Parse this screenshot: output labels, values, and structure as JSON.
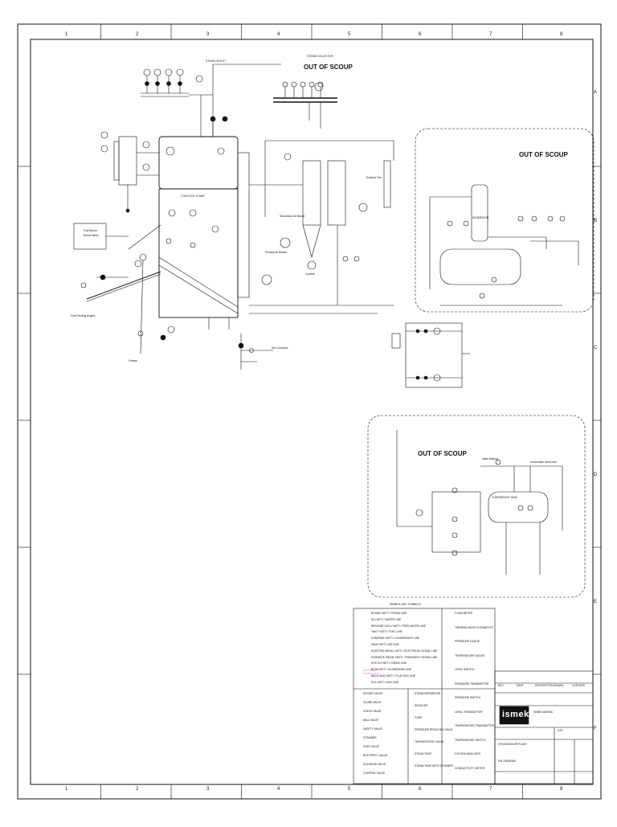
{
  "grid": {
    "columns": [
      "1",
      "2",
      "3",
      "4",
      "5",
      "6",
      "7",
      "8"
    ],
    "rows": [
      "A",
      "B",
      "C",
      "D",
      "E",
      "F"
    ]
  },
  "scope_notes": {
    "top": "OUT OF SCOUP",
    "right_upper": "OUT OF SCOUP",
    "right_lower": "OUT OF SCOUP"
  },
  "labels": {
    "steam_outlet": "STEAM OUTLET",
    "steam_collector": "STEAM COLLECTOR",
    "boiler_main": "2 000 KG/H 10 BAR",
    "fuel_burner": "Fuel Burner",
    "fuel_burner_sub": "Burner Mixer",
    "fuel_feeding": "Fuel Feeding Augers",
    "secondary_air": "Secondary Air Blower",
    "primary_air": "Primary Air Blower",
    "exhaust_fan": "Exhaust Fan",
    "deaerator": "DEAERATOR",
    "cyclone": "Cyclone",
    "condensate_tank": "CONDENSATE TANK",
    "water_feeding": "water feeding",
    "condensate_return": "condensate return line",
    "ash_conveyor": "Ash Conveyor",
    "grease": "Grease"
  },
  "legend": {
    "header": "SEMBOLLER / SYMBOLS",
    "lines": [
      "BUHAR HATTI / STEAM LINE",
      "SU HATTI / WATER LINE",
      "BESLEME SUYU HATTI / FEED WATER LINE",
      "YAKIT HATTI / FUEL LINE",
      "KONDENS HATTI / CONDENSATE LINE",
      "HAVA HATTI / AIR LINE",
      "ELEKTRIK SINYAL HATTI / ELECTRICAL SIGNAL LINE",
      "PNOMATIK SINYAL HATTI / PNEUMATIC SIGNAL LINE",
      "ATIK SU HATTI / DRAIN LINE",
      "BLÖF HATTI / BLOWDOWN LINE",
      "BACA GAZI HATTI / FLUE GAS LINE",
      "KÜL HATTI / ASH LINE"
    ],
    "valves": [
      "ROTARY VALVE",
      "GLOBE VALVE",
      "CHECK VALVE",
      "BALL VALVE",
      "SAFETY VALVE",
      "STRAINER",
      "GATE VALVE",
      "BUTTERFLY VALVE",
      "SOLENOID VALVE",
      "CONTROL VALVE"
    ],
    "mid": [
      "STEAM SEPARATOR",
      "REDUCER",
      "PUMP",
      "PRESSURE REDUCING VALVE",
      "THERMOSTATIC VALVE",
      "STEAM TRAP",
      "STEAM TRAP WITH STRAINER"
    ],
    "instruments": [
      "FLOW METER",
      "THERMAL MASS FLOWMETER",
      "PRESSURE GAUGE",
      "TEMPERATURE GAUGE",
      "LEVEL SWITCH",
      "PRESSURE TRANSMITTER",
      "PRESSURE SWITCH",
      "LEVEL TRANSMITTER",
      "TEMPERATURE TRANSMITTER",
      "TEMPERATURE SWITCH",
      "OXYGEN ANALYZER",
      "CONDUCTIVITY METER"
    ]
  },
  "title_block": {
    "company_logo": "ismek",
    "company_name": "ISMEK MAKINA",
    "drawing_title": "P&I DIAGRAM",
    "project": "STEAM BOILER PLANT",
    "rev_rows": [
      "REV",
      "DATE",
      "DESCRIPTION",
      "DRAWN",
      "CHECKED"
    ],
    "scale": "NTS"
  }
}
